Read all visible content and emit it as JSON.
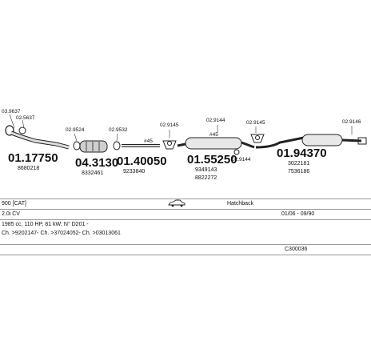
{
  "parts": [
    {
      "code": "03.9637",
      "label_small": true
    },
    {
      "code": "02.5637",
      "label_small": true
    },
    {
      "code": "01.17750",
      "ref": "8680218"
    },
    {
      "code": "02.9524",
      "label_small": true
    },
    {
      "code": "04.3130",
      "ref": "8332461"
    },
    {
      "code": "02.9532",
      "label_small": true
    },
    {
      "code": "01.40050",
      "ref": "9233840"
    },
    {
      "code": "#45"
    },
    {
      "code": "02.9145",
      "label_small": true
    },
    {
      "code": "02.9144",
      "label_small": true
    },
    {
      "code": "01.55250",
      "ref": "9349143",
      "ref2": "8822272"
    },
    {
      "code": "#45"
    },
    {
      "code": "02.9144",
      "label_small": true
    },
    {
      "code": "02.9145",
      "label_small": true
    },
    {
      "code": "01.94370",
      "ref": "3022181",
      "ref2": "7536186"
    },
    {
      "code": "02.9146",
      "label_small": true
    }
  ],
  "info": {
    "model": "900 [CAT]",
    "body_type": "Hatchback",
    "engine": "2.0i CV",
    "years": "01/06 - 09/90",
    "spec": "1985 cc, 110 HP, 81 kW; N° D201 -",
    "chassis": "Ch. >9202147- Ch. >37024052- Ch. >03013061",
    "kit_code": "C300036"
  },
  "icons": {
    "car": "car-side-icon"
  }
}
